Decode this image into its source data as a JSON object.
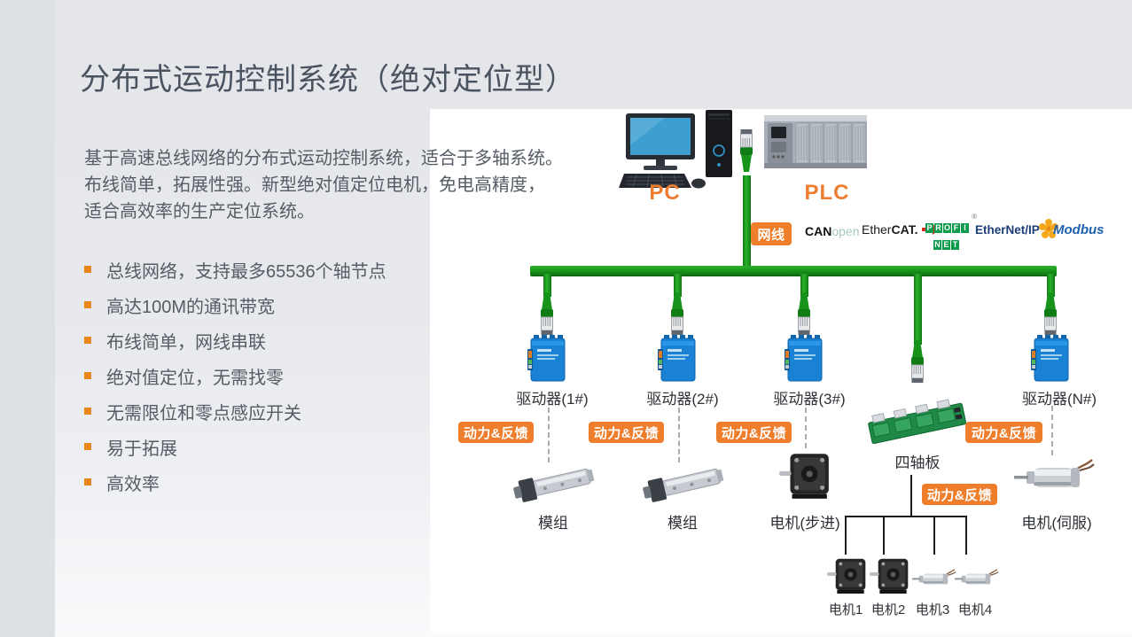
{
  "slide": {
    "title": "分布式运动控制系统（绝对定位型）",
    "intro": [
      "基于高速总线网络的分布式运动控制系统，适合于多轴系统。",
      "布线简单，拓展性强。新型绝对值定位电机，免电高精度，",
      "适合高效率的生产定位系统。"
    ],
    "bullets": [
      "总线网络，支持最多65536个轴节点",
      "高达100M的通讯带宽",
      "布线简单，网线串联",
      "绝对值定位，无需找零",
      "无需限位和零点感应开关",
      "易于拓展",
      "高效率"
    ]
  },
  "diagram": {
    "pc_label": "PC",
    "plc_label": "PLC",
    "cable_badge": "网线",
    "protocols": {
      "canopen_bold": "CAN",
      "canopen_light": "open",
      "ethercat_regular": "Ether",
      "ethercat_bold": "CAT.",
      "profinet_row1": "PROFI",
      "profinet_row2": "NET",
      "reg_mark": "®",
      "ethernet_ip": "EtherNet/IP",
      "modbus": "Modbus"
    },
    "drivers": [
      "驱动器(1#)",
      "驱动器(2#)",
      "驱动器(3#)",
      "驱动器(N#)"
    ],
    "power_feedback": "动力&反馈",
    "module_label": "模组",
    "stepper_label": "电机(步进)",
    "four_axis_label": "四轴板",
    "servo_label": "电机(伺服)",
    "motors": [
      "电机1",
      "电机2",
      "电机3",
      "电机4"
    ]
  },
  "colors": {
    "accent_orange": "#ED7D31",
    "badge_orange": "#EE7E2C",
    "cable_green": "#17921B",
    "driver_blue": "#1A82D4",
    "pcb_green": "#1F8A47",
    "title_text": "#4A5360",
    "body_text": "#565C65",
    "panel_white": "#FFFFFF",
    "background_gray": "#E7E9EC"
  }
}
